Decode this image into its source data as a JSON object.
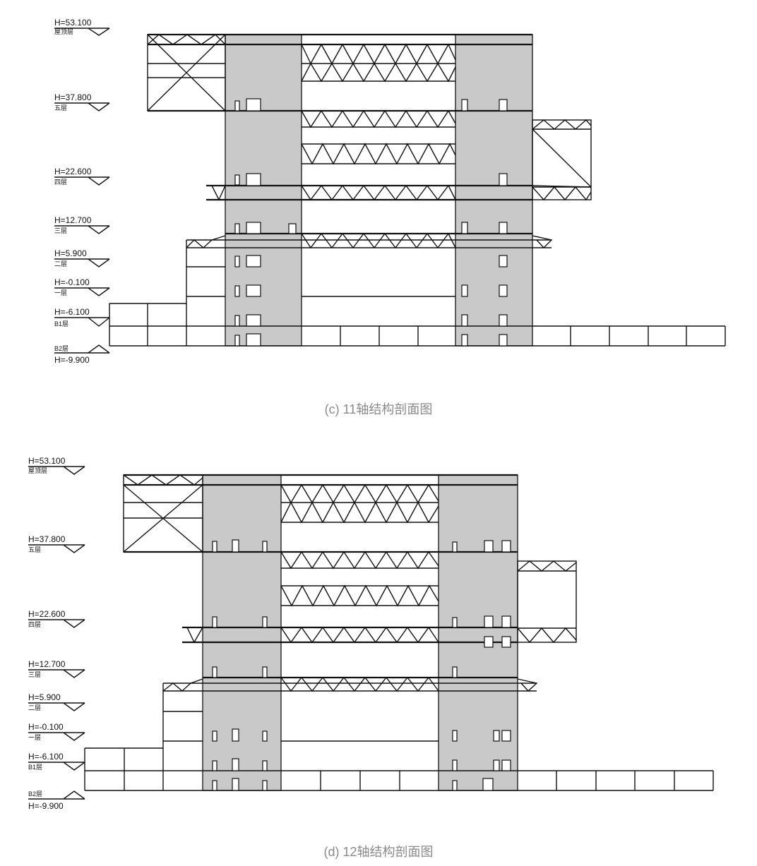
{
  "figures": [
    {
      "id": "c",
      "caption": "(c) 11轴结构剖面图",
      "levels": [
        {
          "elev": "H=53.100",
          "floor": "屋顶层"
        },
        {
          "elev": "H=37.800",
          "floor": "五层"
        },
        {
          "elev": "H=22.600",
          "floor": "四层"
        },
        {
          "elev": "H=12.700",
          "floor": "三层"
        },
        {
          "elev": "H=5.900",
          "floor": "二层"
        },
        {
          "elev": "H=-0.100",
          "floor": "一层"
        },
        {
          "elev": "H=-6.100",
          "floor": "B1层"
        },
        {
          "elev": "H=-9.900",
          "floor": "B2层"
        }
      ]
    },
    {
      "id": "d",
      "caption": "(d) 12轴结构剖面图",
      "levels": [
        {
          "elev": "H=53.100",
          "floor": "屋顶层"
        },
        {
          "elev": "H=37.800",
          "floor": "五层"
        },
        {
          "elev": "H=22.600",
          "floor": "四层"
        },
        {
          "elev": "H=12.700",
          "floor": "三层"
        },
        {
          "elev": "H=5.900",
          "floor": "二层"
        },
        {
          "elev": "H=-0.100",
          "floor": "一层"
        },
        {
          "elev": "H=-6.100",
          "floor": "B1层"
        },
        {
          "elev": "H=-9.900",
          "floor": "B2层"
        }
      ]
    }
  ]
}
